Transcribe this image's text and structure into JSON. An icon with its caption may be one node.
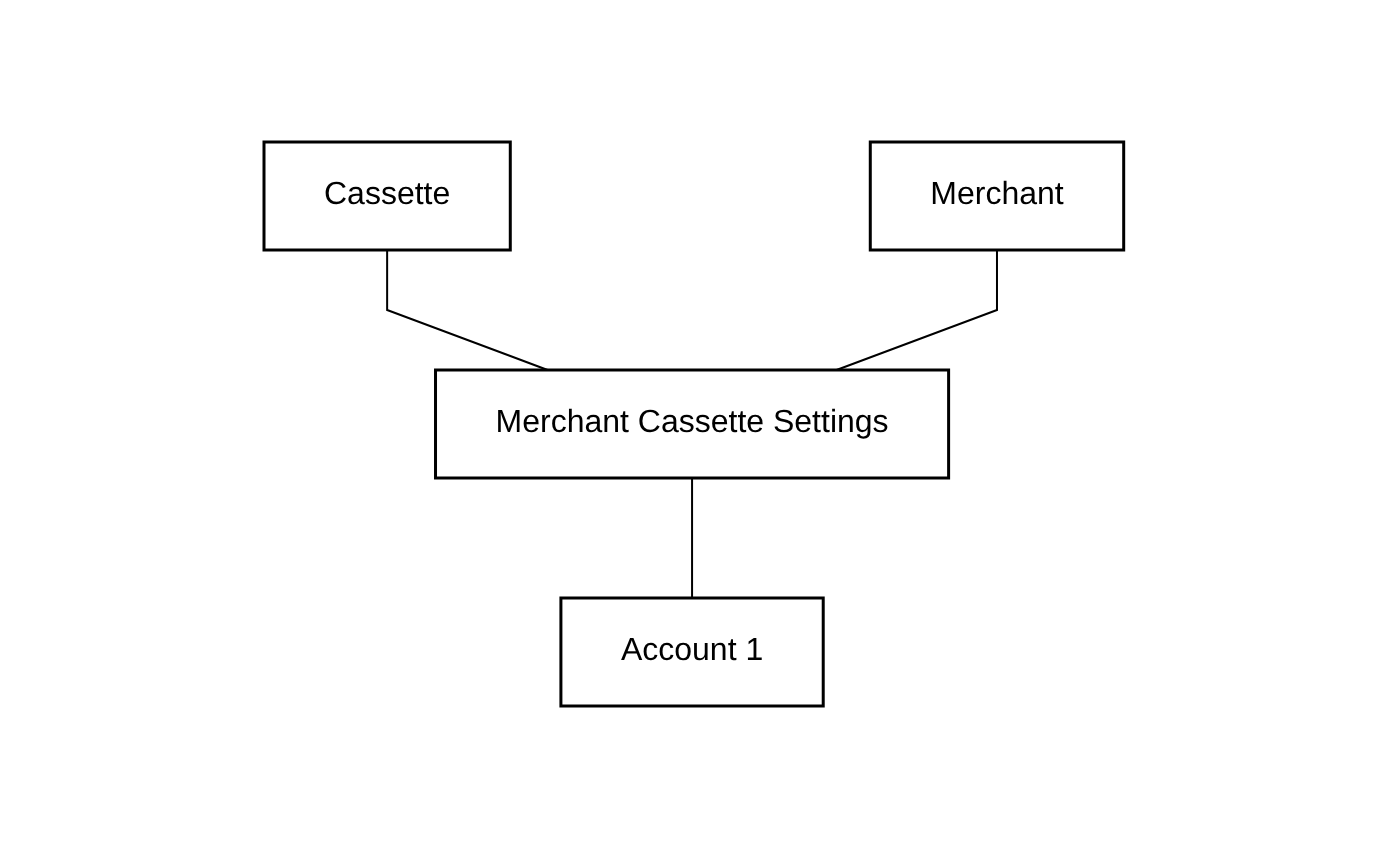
{
  "diagram": {
    "nodes": [
      {
        "text": [
          "Cassette"
        ]
      },
      {
        "text": [
          "Merchant"
        ]
      },
      {
        "text": [
          "Merchant Cassette Settings"
        ]
      },
      {
        "text": [
          "Account 1"
        ]
      }
    ],
    "edges": [
      {
        "from": 0,
        "to": 2,
        "arrow": "none"
      },
      {
        "from": 1,
        "to": 2,
        "arrow": "none"
      },
      {
        "from": 2,
        "to": 3,
        "arrow": "none"
      }
    ]
  }
}
